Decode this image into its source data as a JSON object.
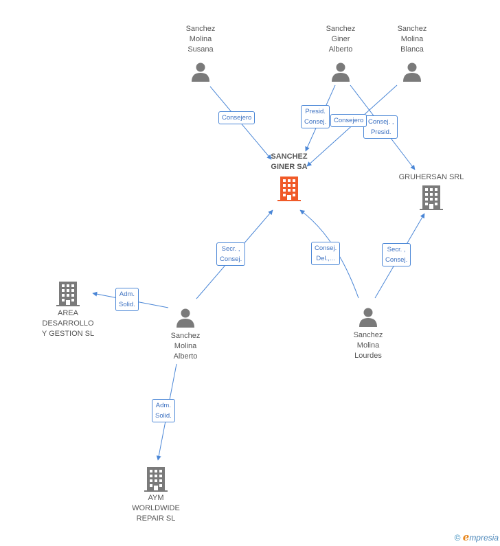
{
  "persons": {
    "susana": "Sanchez\nMolina\nSusana",
    "alberto_giner": "Sanchez\nGiner\nAlberto",
    "blanca": "Sanchez\nMolina\nBlanca",
    "alberto_molina": "Sanchez\nMolina\nAlberto",
    "lourdes": "Sanchez\nMolina\nLourdes"
  },
  "companies": {
    "main": "SANCHEZ\nGINER SA",
    "gruhersan": "GRUHERSAN SRL",
    "area": "AREA\nDESARROLLO\nY GESTION SL",
    "aym": "AYM\nWORLDWIDE\nREPAIR SL"
  },
  "relations": {
    "r1": "Consejero",
    "r2": "Presid.\nConsej.",
    "r3": "Consejero",
    "r4": "Consej. ,\nPresid.",
    "r5": "Secr. ,\nConsej.",
    "r6": "Consej.\nDel.,...",
    "r7": "Secr. ,\nConsej.",
    "r8": "Adm.\nSolid.",
    "r9": "Adm.\nSolid."
  },
  "footer": {
    "copyright": "©",
    "brand_e": "e",
    "brand_rest": "mpresia"
  },
  "colors": {
    "main_company": "#f05a28",
    "company": "#7a7a7a",
    "person": "#7a7a7a",
    "edge": "#4a86d6"
  }
}
